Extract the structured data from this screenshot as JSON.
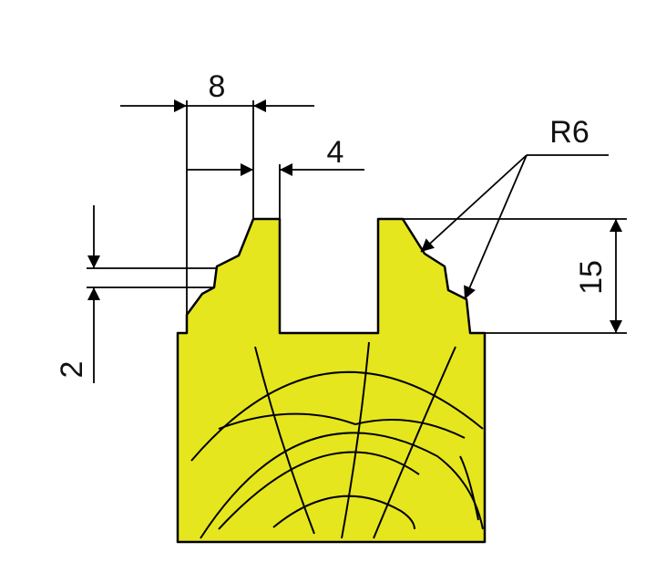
{
  "dimensions": {
    "top_width": "8",
    "slot_width": "4",
    "radius": "R6",
    "height": "15",
    "step": "2"
  },
  "colors": {
    "profile_fill": "#e6e61e",
    "line": "#000000",
    "background": "#ffffff"
  }
}
